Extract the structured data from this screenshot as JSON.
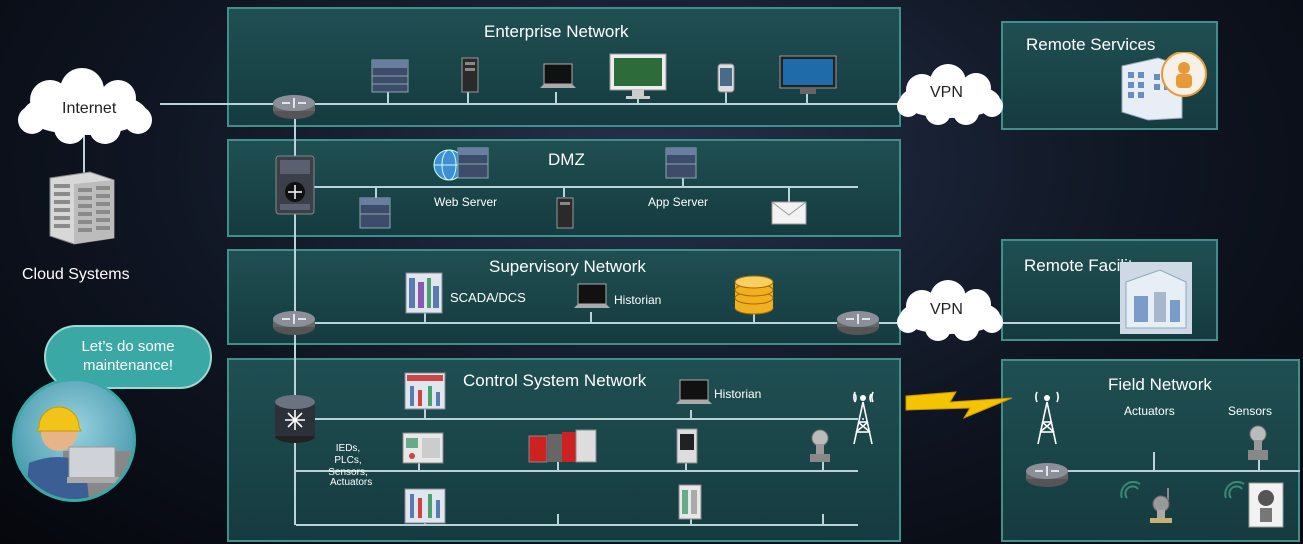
{
  "zones": {
    "enterprise": "Enterprise Network",
    "dmz": "DMZ",
    "supervisory": "Supervisory Network",
    "control": "Control System Network",
    "remote_services": "Remote Services",
    "remote_facility": "Remote Facility",
    "field": "Field Network"
  },
  "clouds": {
    "internet": "Internet",
    "vpn_top": "VPN",
    "vpn_mid": "VPN"
  },
  "labels": {
    "cloud_systems": "Cloud Systems",
    "web_server": "Web Server",
    "app_server": "App Server",
    "scada": "SCADA/DCS",
    "historian_sup": "Historian",
    "historian_ctrl": "Historian",
    "ieds": "IEDs, PLCs, Sensors,",
    "actuators_ctrl": "Actuators",
    "actuators_field": "Actuators",
    "sensors_field": "Sensors"
  },
  "bubble": {
    "text": "Let’s do some maintenance!"
  },
  "colors": {
    "zone_border": "#3f8f8a",
    "zone_fill": "#1b474b",
    "bubble": "#3aa9a5",
    "lightning": "#f5c400"
  }
}
